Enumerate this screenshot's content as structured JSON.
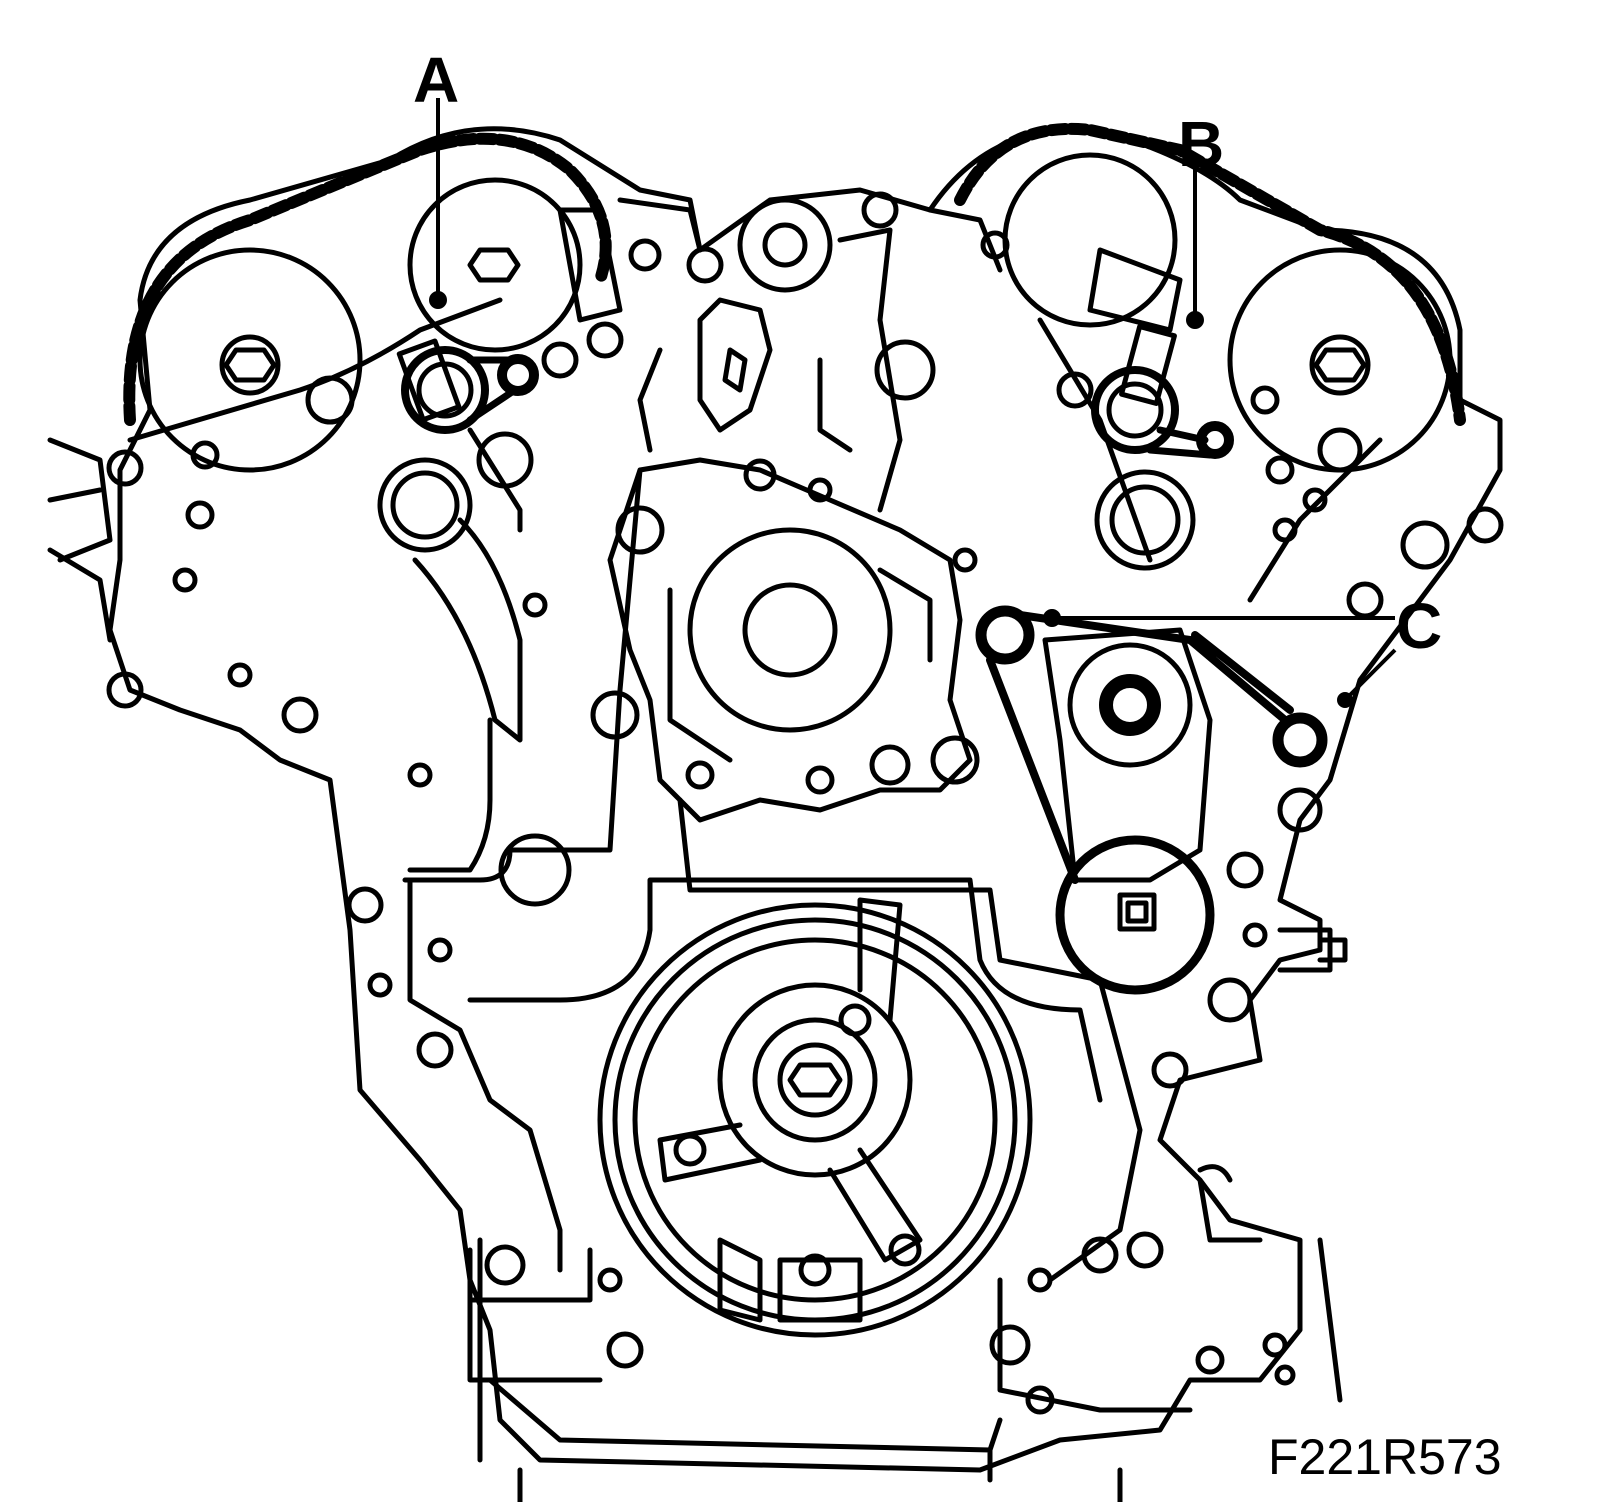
{
  "callouts": {
    "a": "A",
    "b": "B",
    "c": "C"
  },
  "figure_id": "F221R573",
  "colors": {
    "ink": "#000000",
    "paper": "#ffffff"
  }
}
